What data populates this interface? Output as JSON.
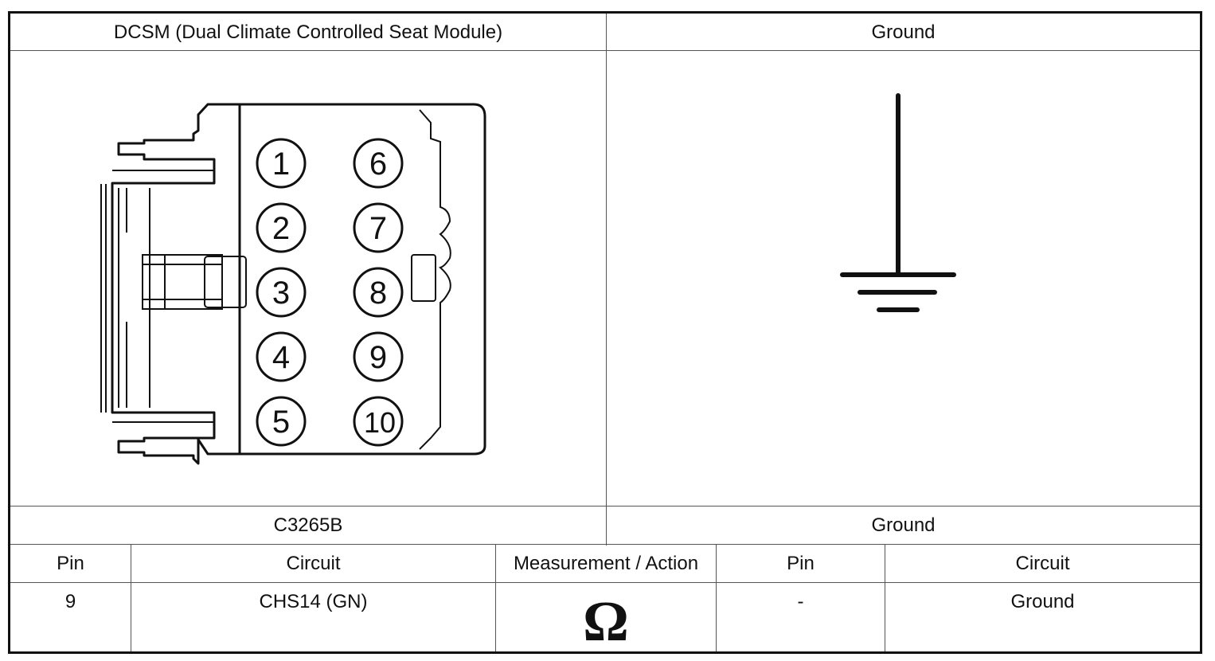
{
  "header": {
    "left_title": "DCSM (Dual Climate Controlled Seat Module)",
    "right_title": "Ground"
  },
  "connector": {
    "pins_left": [
      "1",
      "2",
      "3",
      "4",
      "5"
    ],
    "pins_right": [
      "6",
      "7",
      "8",
      "9",
      "10"
    ]
  },
  "labels": {
    "left_connector": "C3265B",
    "right_connector": "Ground"
  },
  "table": {
    "headers": [
      "Pin",
      "Circuit",
      "Measurement / Action",
      "Pin",
      "Circuit"
    ],
    "row": {
      "pin_a": "9",
      "circuit_a": "CHS14 (GN)",
      "measurement_symbol": "Ω",
      "pin_b": "-",
      "circuit_b": "Ground"
    }
  }
}
